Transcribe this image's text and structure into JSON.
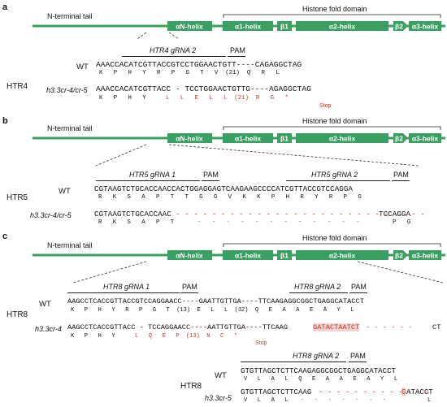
{
  "colors": {
    "green": "#3aa061",
    "red": "#c0392b",
    "line": "#222222"
  },
  "domains": {
    "tail": "N-terminal tail",
    "fold": "Histone fold domain",
    "an": "αN-helix",
    "a1": "α1-helix",
    "b1": "β1",
    "a2": "α2-helix",
    "b2": "β2",
    "a3": "α3-helix"
  },
  "panel_a": {
    "label": "a",
    "gene": "HTR4",
    "grna": "HTR4 gRNA 2",
    "pam": "PAM",
    "wt_label": "WT",
    "mut_label": "h3.3cr-4/cr-5",
    "wt_seq": "AAACCACATCGTTACCGTCCTGGAACTGTT----CAGAGGCTAG",
    "wt_aa": "K   P   H   Y   R   P   G   T   V  (21)  Q   R   L",
    "mut_seq": "AAACCACATCGTTACC - TCCTGGAACTGTTG----AGAGGCTAG",
    "mut_aa_black": "K   P   H   Y",
    "mut_aa_red": "L   L   E   L   L  (21)  R   G   *",
    "stop": "Stop"
  },
  "panel_b": {
    "label": "b",
    "gene": "HTR5",
    "grna1": "HTR5 gRNA 1",
    "grna2": "HTR5 gRNA 2",
    "pam1": "PAM",
    "pam2": "PAM",
    "wt_label": "WT",
    "mut_label": "h3.3cr-4/cr-5",
    "wt_seq": "CGTAAGTCTGCACCAACCACTGGAGGAGTCAAGAAGCCCCATCGTTACCGTCCAGGA",
    "wt_aa": "R   K   S   A   P   T   T   G   G   V   K   K   P   H   R   Y   R   P   G",
    "mut_seq_black": "CGTAAGTCTGCACCAAC",
    "mut_seq_dash": "- - - - - - - - - - - - - - - - - - - - - - - - - - - -",
    "mut_seq_end": "TCCAGGA",
    "mut_aa_black": "R   K   S   A   P   T",
    "mut_aa_red": "-   -   -   -   -   -   -   -   -   -   -   -",
    "mut_aa_end": "P   G"
  },
  "panel_c": {
    "label": "c",
    "gene": "HTR8",
    "grna1": "HTR8 gRNA 1",
    "grna2": "HTR8 gRNA 2",
    "pam1": "PAM",
    "pam2": "PAM",
    "wt_label": "WT",
    "mut_label": "h3.3cr-4",
    "wt_seq": "AAGCCTCACCGTTACCGTCCAGGAACC----GAATTGTTGA----TTCAAGAGGCGGCTGAGGCATACCT",
    "wt_aa": "K   P   H   Y   R   P   G   T  (13)  E   L   L  (32)  Q   E   A   A   E   A   Y   L",
    "mut_seq_black": "AAGCCTCACCGTTACC - TCCAGGAACC----AATTGTTGA----TTCAAG",
    "mut_seq_red": "GATACTAATCT",
    "mut_seq_dash": "- - - - - -",
    "mut_seq_end": "CT",
    "mut_aa_black": "K   P   H   Y",
    "mut_aa_red": "L   Q   E   P  (13)  N   C   *",
    "stop": "Stop",
    "sub_grna": "HTR8 gRNA 2",
    "sub_pam": "PAM",
    "sub_gene": "HTR8",
    "sub_wt_label": "WT",
    "sub_mut_label": "h3.3cr-5",
    "sub_wt_seq": "GTGTTAGCTCTTCAAGAGGCGGCTGAGGCATACCT",
    "sub_wt_aa": "V   L   A   L   Q   E   A   A   E   A   Y   L",
    "sub_mut_seq_black": "GTGTTAGCTCTTCAAG",
    "sub_mut_seq_dash": "- - - - - - - - - - - - -",
    "sub_mut_seq_red": "G",
    "sub_mut_seq_end": "ATACCT",
    "sub_mut_aa_black": "V   L   A   L",
    "sub_mut_aa_red": "-   -   -   -   -   -   -",
    "sub_mut_aa_end": "L"
  }
}
